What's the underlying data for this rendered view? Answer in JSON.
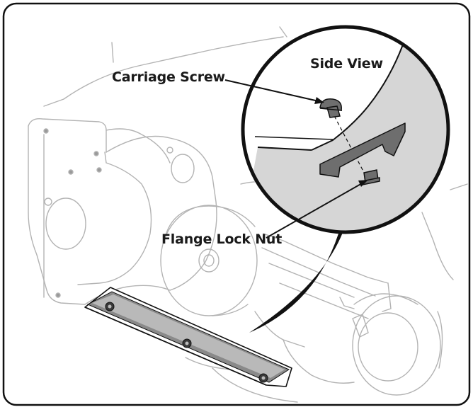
{
  "figure": {
    "labels": {
      "carriage_screw": "Carriage Screw",
      "side_view": "Side View",
      "flange_lock_nut": "Flange Lock Nut"
    },
    "colors": {
      "frame_border": "#111111",
      "line_art": "#b8b8b8",
      "inset_fill": "#d6d6d6",
      "part_fill": "#6e6e6e",
      "callout_text": "#1a1a1a",
      "arrow": "#111111"
    },
    "icons": [
      "carriage-screw-icon",
      "flange-lock-nut-icon",
      "callout-arrow-icon"
    ]
  }
}
